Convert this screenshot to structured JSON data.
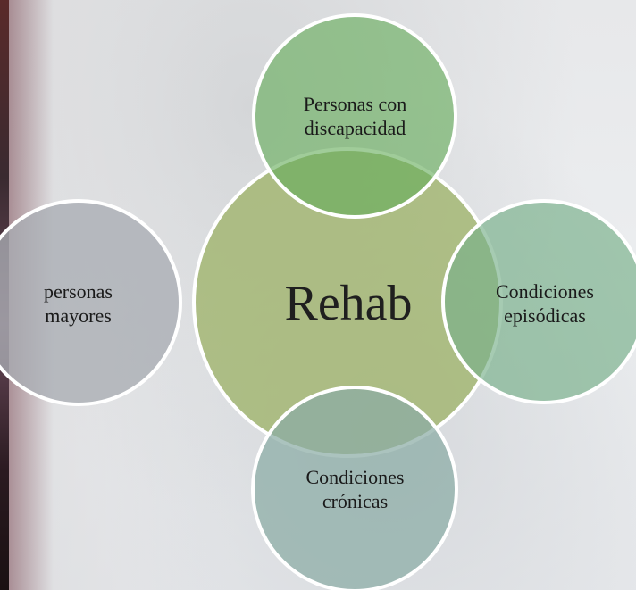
{
  "diagram": {
    "center": {
      "label": "Rehab",
      "color": "#9fb36a"
    },
    "nodes": [
      {
        "id": "top",
        "label_lines": [
          "Personas con",
          "discapacidad"
        ],
        "color": "#79b56b"
      },
      {
        "id": "right",
        "label_lines": [
          "Condiciones",
          "episódicas"
        ],
        "color": "#7fb38c"
      },
      {
        "id": "bottom",
        "label_lines": [
          "Condiciones",
          "crónicas"
        ],
        "color": "#8eaea6"
      },
      {
        "id": "left",
        "label_lines": [
          "personas",
          "mayores"
        ],
        "color": "#a9adb3"
      }
    ]
  }
}
